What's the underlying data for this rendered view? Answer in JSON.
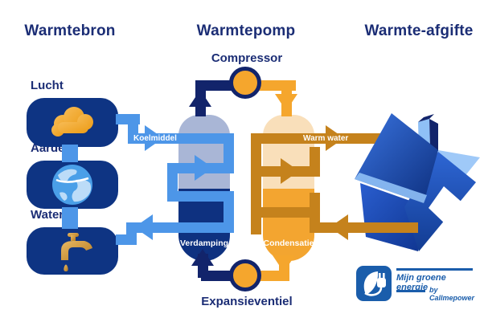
{
  "headers": {
    "source": "Warmtebron",
    "pump": "Warmtepomp",
    "output": "Warmte-afgifte"
  },
  "sources": [
    {
      "label": "Lucht",
      "icon": "cloud-icon"
    },
    {
      "label": "Aarde",
      "icon": "globe-icon"
    },
    {
      "label": "Water",
      "icon": "tap-icon"
    }
  ],
  "pump": {
    "compressor_label": "Compressor",
    "expansion_label": "Expansieventiel",
    "evaporator_label": "Verdamping",
    "condenser_label": "Condensatie"
  },
  "pipes": {
    "refrigerant_label": "Koelmiddel",
    "warm_water_label": "Warm water"
  },
  "logo": {
    "brand": "Mijn groene energie",
    "byline": "by Callmepower"
  },
  "colors": {
    "navy": "#12246b",
    "header_text": "#1b2d75",
    "source_box_blue": "#0e3483",
    "pipe_blue": "#4d96e8",
    "pipe_brown": "#c5821c",
    "orange": "#f5a62d",
    "evaporator_top": "#a9b6d6",
    "evaporator_bottom": "#0e3180",
    "condenser_top": "#f9dfba",
    "condenser_bottom": "#f3a530",
    "house_blue": "#1f4fba",
    "logo_blue": "#1a5dab"
  }
}
